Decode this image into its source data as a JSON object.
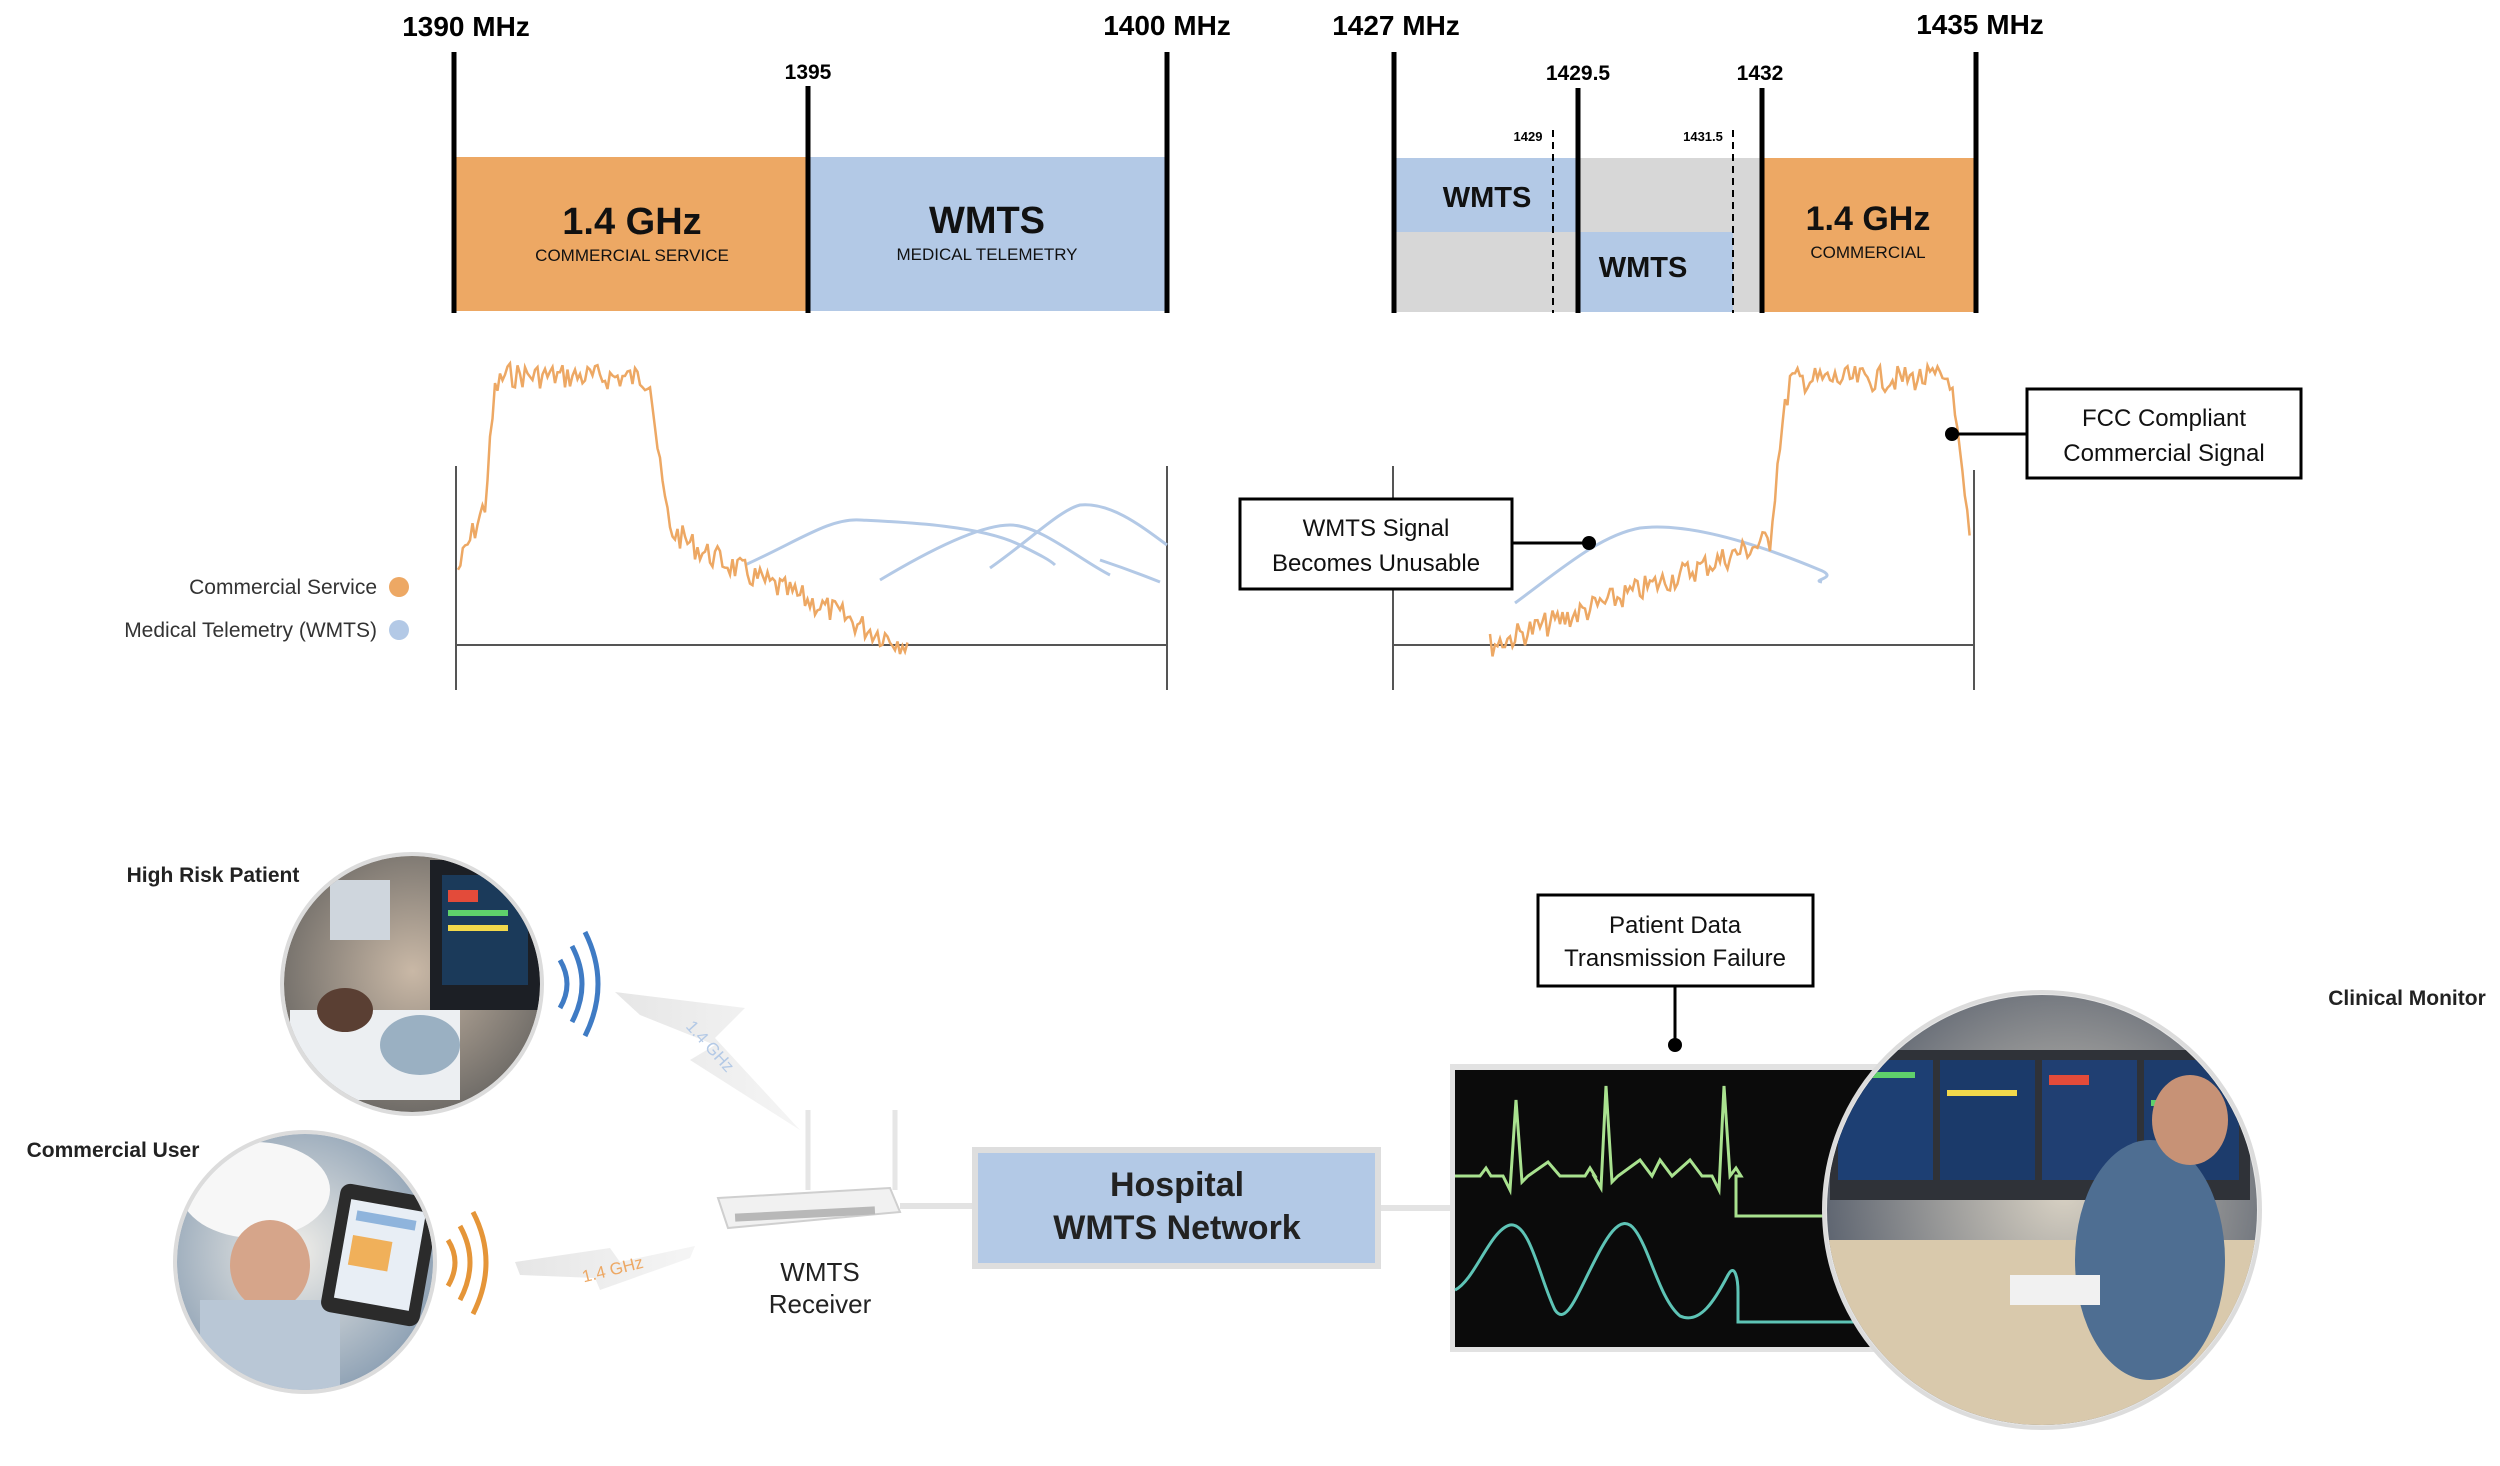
{
  "band1": {
    "start_label": "1390 MHz",
    "mid_label": "1395",
    "end_label": "1400 MHz",
    "left_block": {
      "title": "1.4 GHz",
      "subtitle": "COMMERCIAL SERVICE"
    },
    "right_block": {
      "title": "WMTS",
      "subtitle": "MEDICAL TELEMETRY"
    }
  },
  "band2": {
    "start_label": "1427 MHz",
    "mid1_label": "1429.5",
    "mid2_label": "1432",
    "end_label": "1435 MHz",
    "dash1_label": "1429",
    "dash2_label": "1431.5",
    "wmts_a": "WMTS",
    "wmts_b": "WMTS",
    "commercial_title": "1.4 GHz",
    "commercial_subtitle": "COMMERCIAL"
  },
  "legend": {
    "commercial": "Commercial Service",
    "wmts": "Medical Telemetry (WMTS)"
  },
  "callouts": {
    "unusable_line1": "WMTS Signal",
    "unusable_line2": "Becomes Unusable",
    "fcc_line1": "FCC Compliant",
    "fcc_line2": "Commercial Signal",
    "failure_line1": "Patient Data",
    "failure_line2": "Transmission Failure"
  },
  "bottom": {
    "high_risk_label": "High Risk Patient",
    "commercial_user_label": "Commercial User",
    "clinical_monitor_label": "Clinical Monitor",
    "receiver_line1": "WMTS",
    "receiver_line2": "Receiver",
    "network_line1": "Hospital",
    "network_line2": "WMTS Network",
    "bolt_label_top": "1.4 GHz",
    "bolt_label_bottom": "1.4 GHz"
  },
  "colors": {
    "commercial": "#eda864",
    "wmts": "#b3c9e6",
    "gray": "#d7d7d7",
    "ecg": "#a9e28f",
    "pleth": "#5ec4b6",
    "wave_blue": "#3f7bc4",
    "wave_orange": "#e59538"
  }
}
